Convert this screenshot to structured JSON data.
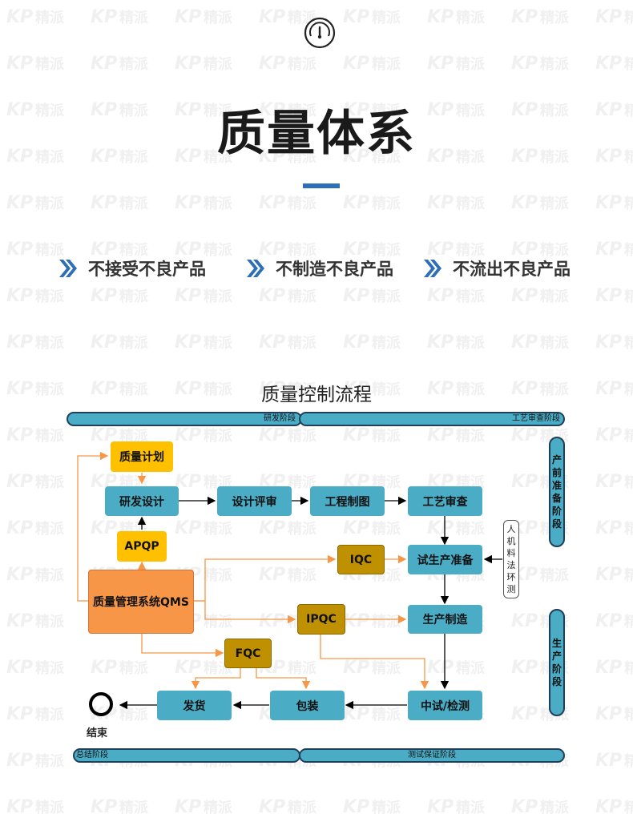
{
  "watermark": {
    "text": "精派",
    "color": "#f2f2f2"
  },
  "header": {
    "icon": "gauge-icon",
    "title": "质量体系",
    "accent_color": "#2f6fb5"
  },
  "slogans": [
    {
      "icon": "double-chevron-icon",
      "text": "不接受不良产品"
    },
    {
      "icon": "double-chevron-icon",
      "text": "不制造不良产品"
    },
    {
      "icon": "double-chevron-icon",
      "text": "不流出不良产品"
    }
  ],
  "flowchart": {
    "title": "质量控制流程",
    "bands": {
      "rd": "研发阶段",
      "process_review": "工艺审查阶段",
      "summary": "总结阶段",
      "test_assurance": "测试保证阶段",
      "pre_production": "产前准备阶段",
      "production": "生产阶段"
    },
    "nodes": {
      "quality_plan": "质量计划",
      "rd_design": "研发设计",
      "design_review": "设计评审",
      "engineering_drawing": "工程制图",
      "process_review": "工艺审查",
      "apqp": "APQP",
      "iqc": "IQC",
      "trial_prep": "试生产准备",
      "qms": "质量管理系统QMS",
      "ipqc": "IPQC",
      "production": "生产制造",
      "fqc": "FQC",
      "shipping": "发货",
      "packaging": "包装",
      "testing": "中试/检测",
      "factors": "人机料法环测",
      "end": "结束"
    },
    "colors": {
      "process": "#4bacc6",
      "plan": "#ffc000",
      "inspection": "#bf9000",
      "qms": "#f79646",
      "connector_orange": "#f79646",
      "connector_black": "#000000"
    }
  }
}
